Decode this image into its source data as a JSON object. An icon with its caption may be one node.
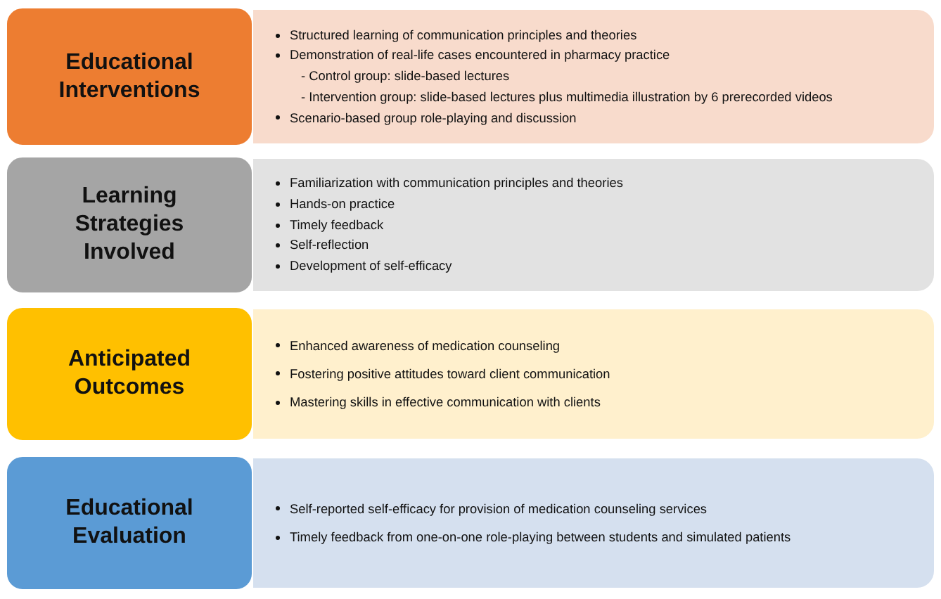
{
  "diagram": {
    "nodes": [
      {
        "text": [
          "Educational Interventions"
        ]
      },
      {
        "text": [
          "Structured learning of communication principles and theories",
          "Demonstration of real-life cases encountered in pharmacy practice",
          "- Control group: slide-based lectures",
          "- Intervention group: slide-based lectures plus multimedia illustration by 6 prerecorded videos",
          "Scenario-based group role-playing and discussion"
        ]
      },
      {
        "text": [
          "Learning Strategies Involved"
        ]
      },
      {
        "text": [
          "Familiarization with communication principles and theories",
          "Hands-on practice",
          "Timely feedback",
          "Self-reflection",
          "Development of self-efficacy"
        ]
      },
      {
        "text": [
          "Anticipated Outcomes"
        ]
      },
      {
        "text": [
          "Enhanced awareness of medication counseling",
          "Fostering positive attitudes toward client communication",
          "Mastering skills in effective communication with clients"
        ]
      },
      {
        "text": [
          "Educational Evaluation"
        ]
      },
      {
        "text": [
          "Self-reported self-efficacy for provision of medication counseling services",
          "Timely feedback from one-on-one role-playing between students and simulated patients"
        ]
      }
    ]
  }
}
